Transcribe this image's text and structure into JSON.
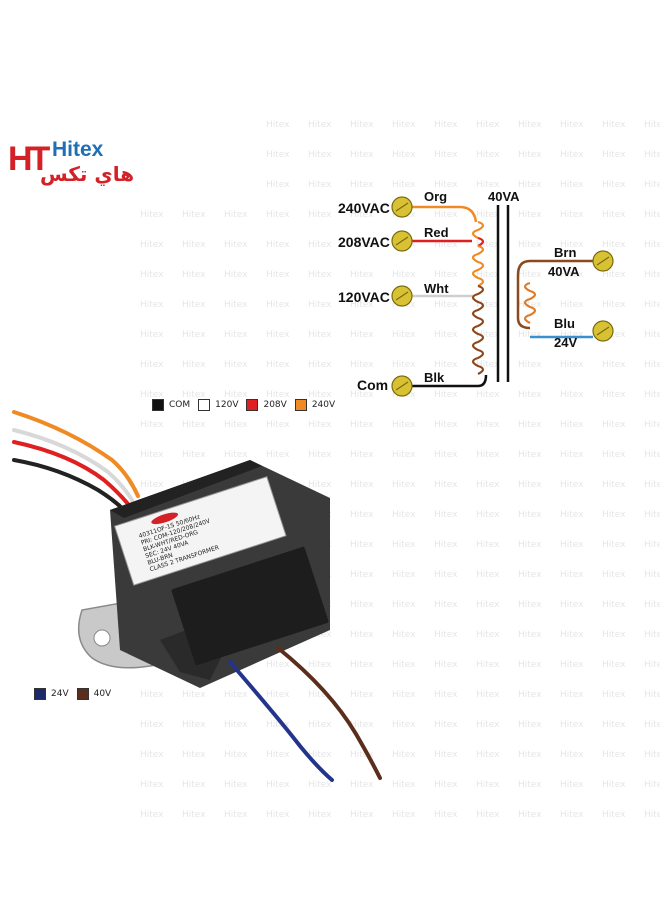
{
  "logo": {
    "mark": "HT",
    "brand_en": "Hitex",
    "brand_ar": "هاي تكس",
    "watermark": "Hitex"
  },
  "colors": {
    "brand_red": "#d32127",
    "brand_blue": "#1e6fb8",
    "org": "#f08a24",
    "red": "#e02020",
    "wht": "#c8c8c8",
    "blk": "#111111",
    "brn": "#8a4a1e",
    "blu": "#3a8fd0"
  },
  "diagram": {
    "primary_taps": [
      {
        "terminal": "240VAC",
        "wire": "Org"
      },
      {
        "terminal": "208VAC",
        "wire": "Red"
      },
      {
        "terminal": "120VAC",
        "wire": "Wht"
      },
      {
        "terminal": "Com",
        "wire": "Blk"
      }
    ],
    "core_rating": "40VA",
    "secondary_taps": [
      {
        "wire": "Brn",
        "label": "40VA"
      },
      {
        "wire": "Blu",
        "label": "24V"
      }
    ]
  },
  "legend_primary": [
    {
      "label": "COM",
      "color": "#111111"
    },
    {
      "label": "120V",
      "color": "#ffffff"
    },
    {
      "label": "208V",
      "color": "#e02020"
    },
    {
      "label": "240V",
      "color": "#f08a24"
    }
  ],
  "legend_secondary": [
    {
      "label": "24V",
      "color": "#1c2a6b"
    },
    {
      "label": "40V",
      "color": "#5a2e1a"
    }
  ],
  "product_label": {
    "line1": "40311OF-1S 50/60Hz",
    "line2": "PRI: COM-120/208/240V",
    "line3": "BLK-WHT/RED-ORG",
    "line4": "SEC: 24V 40VA",
    "line5": "BLU-BRN",
    "line6": "CLASS 2 TRANSFORMER"
  }
}
